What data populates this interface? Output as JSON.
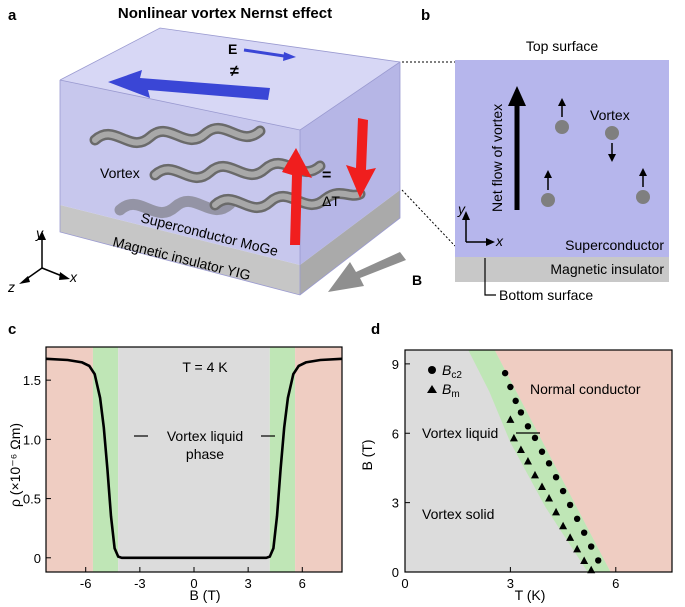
{
  "panel_a": {
    "label": "a",
    "title": "Nonlinear vortex Nernst effect",
    "e_label": "E",
    "vortex_label": "Vortex",
    "delta_t_label": "ΔT",
    "superconductor_label": "Superconductor MoGe",
    "magnetic_insulator_label": "Magnetic insulator YIG",
    "b_label": "B",
    "axis_y": "y",
    "axis_x": "x",
    "axis_z": "z",
    "colors": {
      "superconductor": "#c9c9ef",
      "insulator": "#c8c8c8",
      "e_arrow": "#3a46d6",
      "heat_arrow": "#f01e1e"
    }
  },
  "panel_b": {
    "label": "b",
    "top_surface": "Top surface",
    "net_flow": "Net flow of vortex",
    "vortex_label": "Vortex",
    "superconductor": "Superconductor",
    "magnetic_insulator": "Magnetic insulator",
    "bottom_surface": "Bottom surface",
    "axis_y": "y",
    "axis_x": "x",
    "colors": {
      "superconductor": "#b6b6ec",
      "insulator": "#c8c8c8",
      "vortex": "#808080"
    }
  },
  "panel_c": {
    "label": "c",
    "temp_label": "T = 4 K",
    "annotation": [
      "Vortex liquid",
      "phase"
    ],
    "chart_data": {
      "type": "line",
      "xlabel": "B (T)",
      "ylabel": "ρ (×10⁻⁶ Ωm)",
      "xlim": [
        -8.2,
        8.2
      ],
      "ylim": [
        -0.12,
        1.78
      ],
      "xticks": [
        -6,
        -3,
        0,
        3,
        6
      ],
      "yticks": [
        0,
        0.5,
        1.0,
        1.5
      ],
      "ytick_labels": [
        "0",
        "0.5",
        "1.0",
        "1.5"
      ],
      "regions": [
        {
          "name": "normal",
          "from": -8.2,
          "to": -5.6,
          "color": "#efcdc2"
        },
        {
          "name": "liquid",
          "from": -5.6,
          "to": -4.2,
          "color": "#bfe6b6"
        },
        {
          "name": "solid",
          "from": -4.2,
          "to": 4.2,
          "color": "#dcdcdc"
        },
        {
          "name": "liquid",
          "from": 4.2,
          "to": 5.6,
          "color": "#bfe6b6"
        },
        {
          "name": "normal",
          "from": 5.6,
          "to": 8.2,
          "color": "#efcdc2"
        }
      ],
      "series": [
        {
          "x": [
            -8.2,
            -7,
            -6.2,
            -5.8,
            -5.5,
            -5.2,
            -5.0,
            -4.8,
            -4.6,
            -4.4,
            -4.2,
            -4.0,
            -3.5,
            0,
            3.5,
            4.0,
            4.2,
            4.4,
            4.6,
            4.8,
            5.0,
            5.2,
            5.5,
            5.8,
            6.2,
            7,
            8.2
          ],
          "y": [
            1.68,
            1.67,
            1.65,
            1.62,
            1.55,
            1.35,
            1.1,
            0.75,
            0.35,
            0.08,
            0.01,
            0.0,
            0.0,
            0.0,
            0.0,
            0.0,
            0.01,
            0.08,
            0.35,
            0.75,
            1.1,
            1.35,
            1.55,
            1.62,
            1.65,
            1.67,
            1.68
          ]
        }
      ]
    }
  },
  "panel_d": {
    "label": "d",
    "normal_label": "Normal conductor",
    "liquid_label": "Vortex liquid",
    "solid_label": "Vortex solid",
    "legend_bc2": "B",
    "legend_bc2_sub": "c2",
    "legend_bm": "B",
    "legend_bm_sub": "m",
    "chart_data": {
      "type": "scatter",
      "xlabel": "T (K)",
      "ylabel": "B (T)",
      "xlim": [
        0,
        7.6
      ],
      "ylim": [
        0,
        9.6
      ],
      "xticks": [
        0,
        3,
        6
      ],
      "yticks": [
        0,
        3,
        6,
        9
      ],
      "legend_position": "top-left",
      "colors": {
        "normal": "#efcdc2",
        "liquid": "#bfe6b6",
        "solid": "#dcdcdc"
      },
      "series": [
        {
          "name": "Bc2",
          "marker": "circle",
          "x": [
            2.85,
            3.0,
            3.15,
            3.3,
            3.5,
            3.7,
            3.9,
            4.1,
            4.3,
            4.5,
            4.7,
            4.9,
            5.1,
            5.3,
            5.5
          ],
          "y": [
            8.6,
            8.0,
            7.4,
            6.9,
            6.3,
            5.8,
            5.2,
            4.7,
            4.1,
            3.5,
            2.9,
            2.3,
            1.7,
            1.1,
            0.5
          ]
        },
        {
          "name": "Bm",
          "marker": "triangle",
          "x": [
            3.0,
            3.1,
            3.3,
            3.5,
            3.7,
            3.9,
            4.1,
            4.3,
            4.5,
            4.7,
            4.9,
            5.1,
            5.3
          ],
          "y": [
            6.6,
            5.8,
            5.3,
            4.8,
            4.2,
            3.7,
            3.2,
            2.6,
            2.0,
            1.5,
            1.0,
            0.5,
            0.1
          ]
        }
      ]
    }
  }
}
